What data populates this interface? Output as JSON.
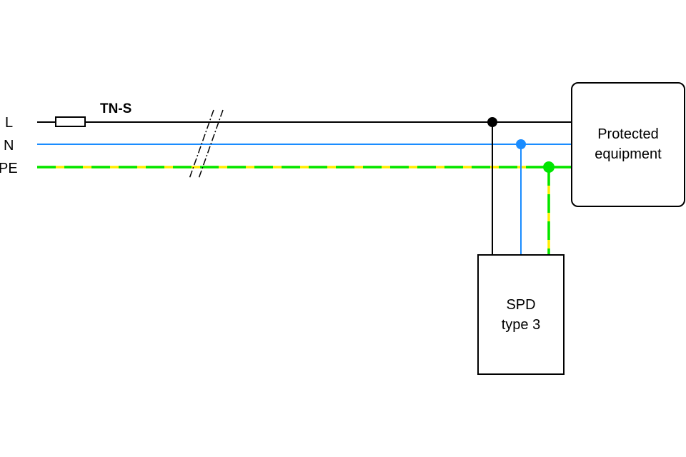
{
  "title": "TN-S",
  "conductors": {
    "l": {
      "label": "L",
      "color": "#000000"
    },
    "n": {
      "label": "N",
      "color": "#1a8cff"
    },
    "pe": {
      "label": "PE",
      "color": "#00e600",
      "stripe_color": "#ffee00"
    }
  },
  "equipment": {
    "line1": "Protected",
    "line2": "equipment"
  },
  "spd": {
    "line1": "SPD",
    "line2": "type 3"
  }
}
